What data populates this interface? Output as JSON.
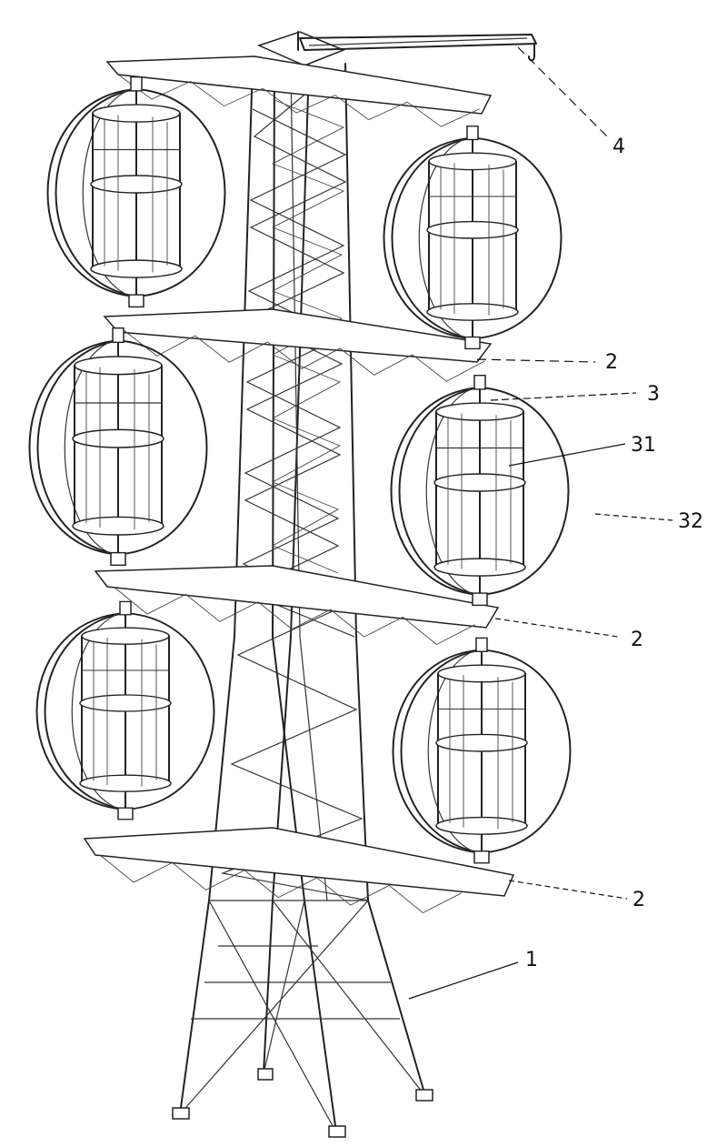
{
  "labels": {
    "l4": "4",
    "l2a": "2",
    "l3": "3",
    "l31": "31",
    "l32": "32",
    "l2b": "2",
    "l2c": "2",
    "l1": "1"
  }
}
